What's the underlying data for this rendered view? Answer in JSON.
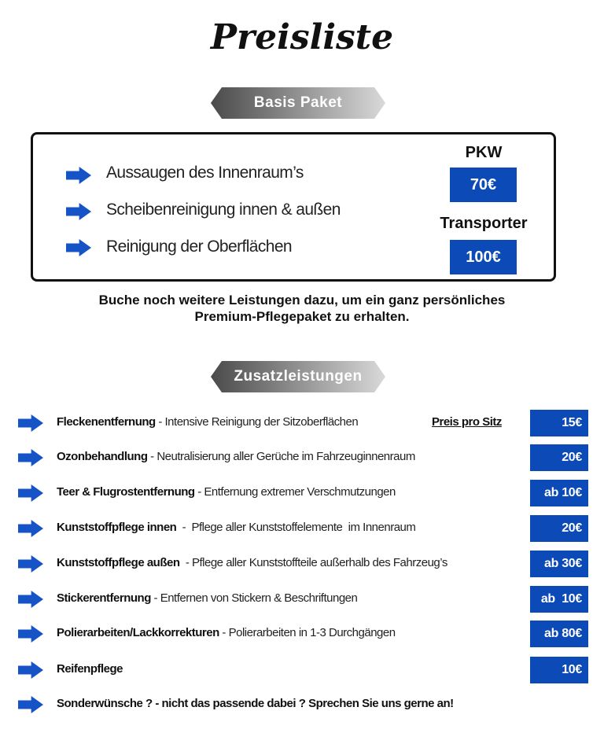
{
  "title": "Preisliste",
  "basis": {
    "heading": "Basis Paket",
    "items": [
      "Aussaugen des Innenraum’s",
      "Scheibenreinigung innen & außen",
      "Reinigung der Oberflächen"
    ],
    "prices": [
      {
        "label": "PKW",
        "price": "70€"
      },
      {
        "label": "Transporter",
        "price": "100€"
      }
    ]
  },
  "note": {
    "line1": "Buche noch weitere Leistungen dazu, um ein ganz persönliches",
    "line2": "Premium-Pflegepaket zu erhalten."
  },
  "zusatz": {
    "heading": "Zusatzleistungen",
    "preis_pro_sitz": "Preis pro Sitz",
    "items": [
      {
        "name": "Fleckenentfernung",
        "desc": " - Intensive Reinigung der Sitzoberflächen",
        "price": "15€"
      },
      {
        "name": "Ozonbehandlung",
        "desc": " - Neutralisierung aller Gerüche im Fahrzeuginnenraum",
        "price": "20€"
      },
      {
        "name": "Teer & Flugrostentfernung",
        "desc": " - Entfernung extremer Verschmutzungen",
        "price": "ab 10€"
      },
      {
        "name": "Kunststoffpflege innen",
        "desc": "  -  Pflege aller Kunststoffelemente  im Innenraum",
        "price": "20€"
      },
      {
        "name": "Kunststoffpflege außen",
        "desc": "  - Pflege aller Kunststoffteile außerhalb des Fahrzeug’s",
        "price": "ab 30€"
      },
      {
        "name": "Stickerentfernung",
        "desc": " - Entfernen von Stickern & Beschriftungen",
        "price": "ab  10€"
      },
      {
        "name": "Polierarbeiten/Lackkorrekturen",
        "desc": " - Polierarbeiten in 1-3 Durchgängen",
        "price": "ab 80€"
      },
      {
        "name": "Reifenpflege",
        "desc": "",
        "price": "10€"
      },
      {
        "name": "Sonderwünsche ? - nicht das passende dabei ? Sprechen Sie uns gerne an!",
        "desc": ""
      }
    ]
  },
  "colors": {
    "accent_blue": "#0b4ab7",
    "arrow_blue": "#1553c7"
  },
  "icons": {
    "bullet": "arrow-right-icon"
  }
}
